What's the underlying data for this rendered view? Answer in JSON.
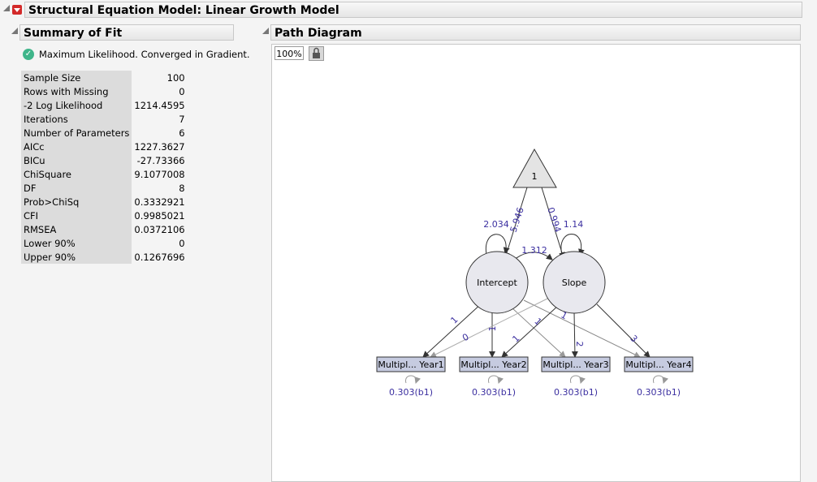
{
  "window": {
    "title": "Structural Equation Model: Linear Growth Model"
  },
  "summary": {
    "title": "Summary of Fit",
    "status": "Maximum Likelihood. Converged in Gradient.",
    "rows": [
      {
        "label": "Sample Size",
        "value": "100"
      },
      {
        "label": "Rows with Missing",
        "value": "0"
      },
      {
        "label": "-2 Log Likelihood",
        "value": "1214.4595"
      },
      {
        "label": "Iterations",
        "value": "7"
      },
      {
        "label": "Number of Parameters",
        "value": "6"
      },
      {
        "label": "AICc",
        "value": "1227.3627"
      },
      {
        "label": "BICu",
        "value": "-27.73366"
      },
      {
        "label": "ChiSquare",
        "value": "9.1077008"
      },
      {
        "label": "DF",
        "value": "8"
      },
      {
        "label": "Prob>ChiSq",
        "value": "0.3332921"
      },
      {
        "label": "CFI",
        "value": "0.9985021"
      },
      {
        "label": "RMSEA",
        "value": "0.0372106"
      },
      {
        "label": "Lower 90%",
        "value": "0"
      },
      {
        "label": "Upper 90%",
        "value": "0.1267696"
      }
    ]
  },
  "diagram": {
    "title": "Path Diagram",
    "zoom": "100%",
    "constant": "1",
    "latent": {
      "intercept": "Intercept",
      "slope": "Slope"
    },
    "paths": {
      "const_to_intercept": "5.946",
      "const_to_slope": "0.994",
      "intercept_var": "2.034",
      "slope_var": "1.14",
      "cov": "1.312"
    },
    "loadings_intercept": [
      "1",
      "1",
      "1",
      "1"
    ],
    "loadings_slope": [
      "0",
      "1",
      "2",
      "3"
    ],
    "observed": [
      "Multipl... Year1",
      "Multipl... Year2",
      "Multipl... Year3",
      "Multipl... Year4"
    ],
    "residuals": [
      "0.303(b1)",
      "0.303(b1)",
      "0.303(b1)",
      "0.303(b1)"
    ]
  },
  "colors": {
    "accent": "#3b2fa0",
    "status": "#3fb58a",
    "danger": "#d32a2a"
  }
}
